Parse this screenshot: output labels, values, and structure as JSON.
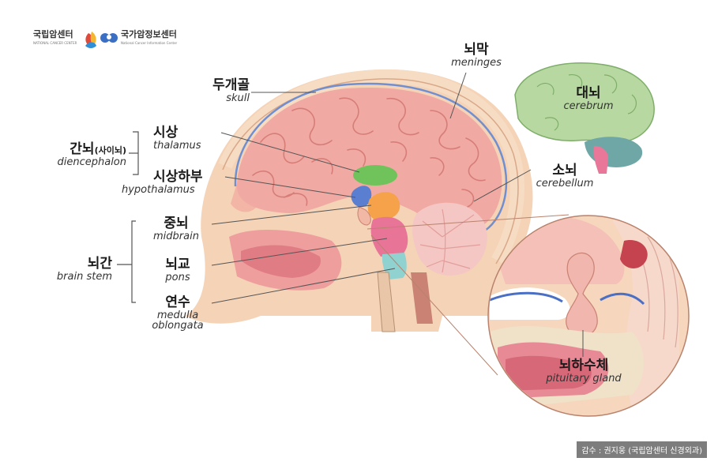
{
  "logos": {
    "left_name": "국립암센터",
    "left_sub": "NATIONAL CANCER CENTER",
    "right_name": "국가암정보센터",
    "right_sub": "National Cancer Information Center"
  },
  "labels": {
    "skull": {
      "ko": "두개골",
      "en": "skull"
    },
    "meninges": {
      "ko": "뇌막",
      "en": "meninges"
    },
    "cerebrum": {
      "ko": "대뇌",
      "en": "cerebrum"
    },
    "thalamus": {
      "ko": "시상",
      "en": "thalamus"
    },
    "diencephalon": {
      "ko": "간뇌",
      "ko_paren": "(사이뇌)",
      "en": "diencephalon"
    },
    "hypothalamus": {
      "ko": "시상하부",
      "en": "hypothalamus"
    },
    "cerebellum": {
      "ko": "소뇌",
      "en": "cerebellum"
    },
    "midbrain": {
      "ko": "중뇌",
      "en": "midbrain"
    },
    "brainstem": {
      "ko": "뇌간",
      "en": "brain stem"
    },
    "pons": {
      "ko": "뇌교",
      "en": "pons"
    },
    "medulla": {
      "ko": "연수",
      "en_line1": "medulla",
      "en_line2": "oblongata"
    },
    "pituitary": {
      "ko": "뇌하수체",
      "en": "pituitary gland"
    }
  },
  "credit": "감수 : 권지웅 (국립암센터 신경외과)",
  "colors": {
    "skin": "#f3c9ad",
    "brain": "#f0a9a3",
    "gyri_line": "#d77d77",
    "meninges_line": "#6f8fd0",
    "thalamus": "#6fc35a",
    "hypothalamus": "#5b7fd0",
    "midbrain": "#f5a24a",
    "pons": "#e87598",
    "medulla": "#8fd2d0",
    "cerebellum": "#f4c7c4",
    "leader": "#555555"
  }
}
